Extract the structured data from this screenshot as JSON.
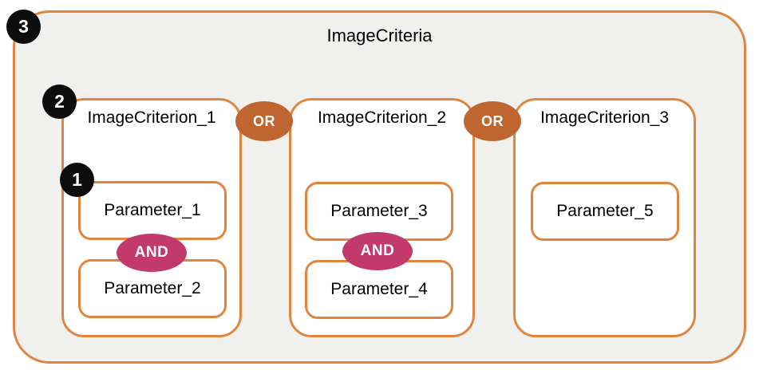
{
  "diagram": {
    "title": "ImageCriteria",
    "criteria_operator": "OR",
    "criteria": [
      {
        "label": "ImageCriterion_1",
        "param_operator": "AND",
        "parameters": [
          "Parameter_1",
          "Parameter_2"
        ]
      },
      {
        "label": "ImageCriterion_2",
        "param_operator": "AND",
        "parameters": [
          "Parameter_3",
          "Parameter_4"
        ]
      },
      {
        "label": "ImageCriterion_3",
        "parameters": [
          "Parameter_5"
        ]
      }
    ],
    "markers": [
      {
        "label": "3"
      },
      {
        "label": "2"
      },
      {
        "label": "1"
      }
    ],
    "colors": {
      "border_orange": "#E08540",
      "or_badge_fill": "#BF6530",
      "and_badge_fill": "#C23A6C",
      "container_background": "#F0F0EF",
      "box_background": "#FFFFFF",
      "marker_background": "#0D0D0D",
      "text": "#000000"
    }
  }
}
